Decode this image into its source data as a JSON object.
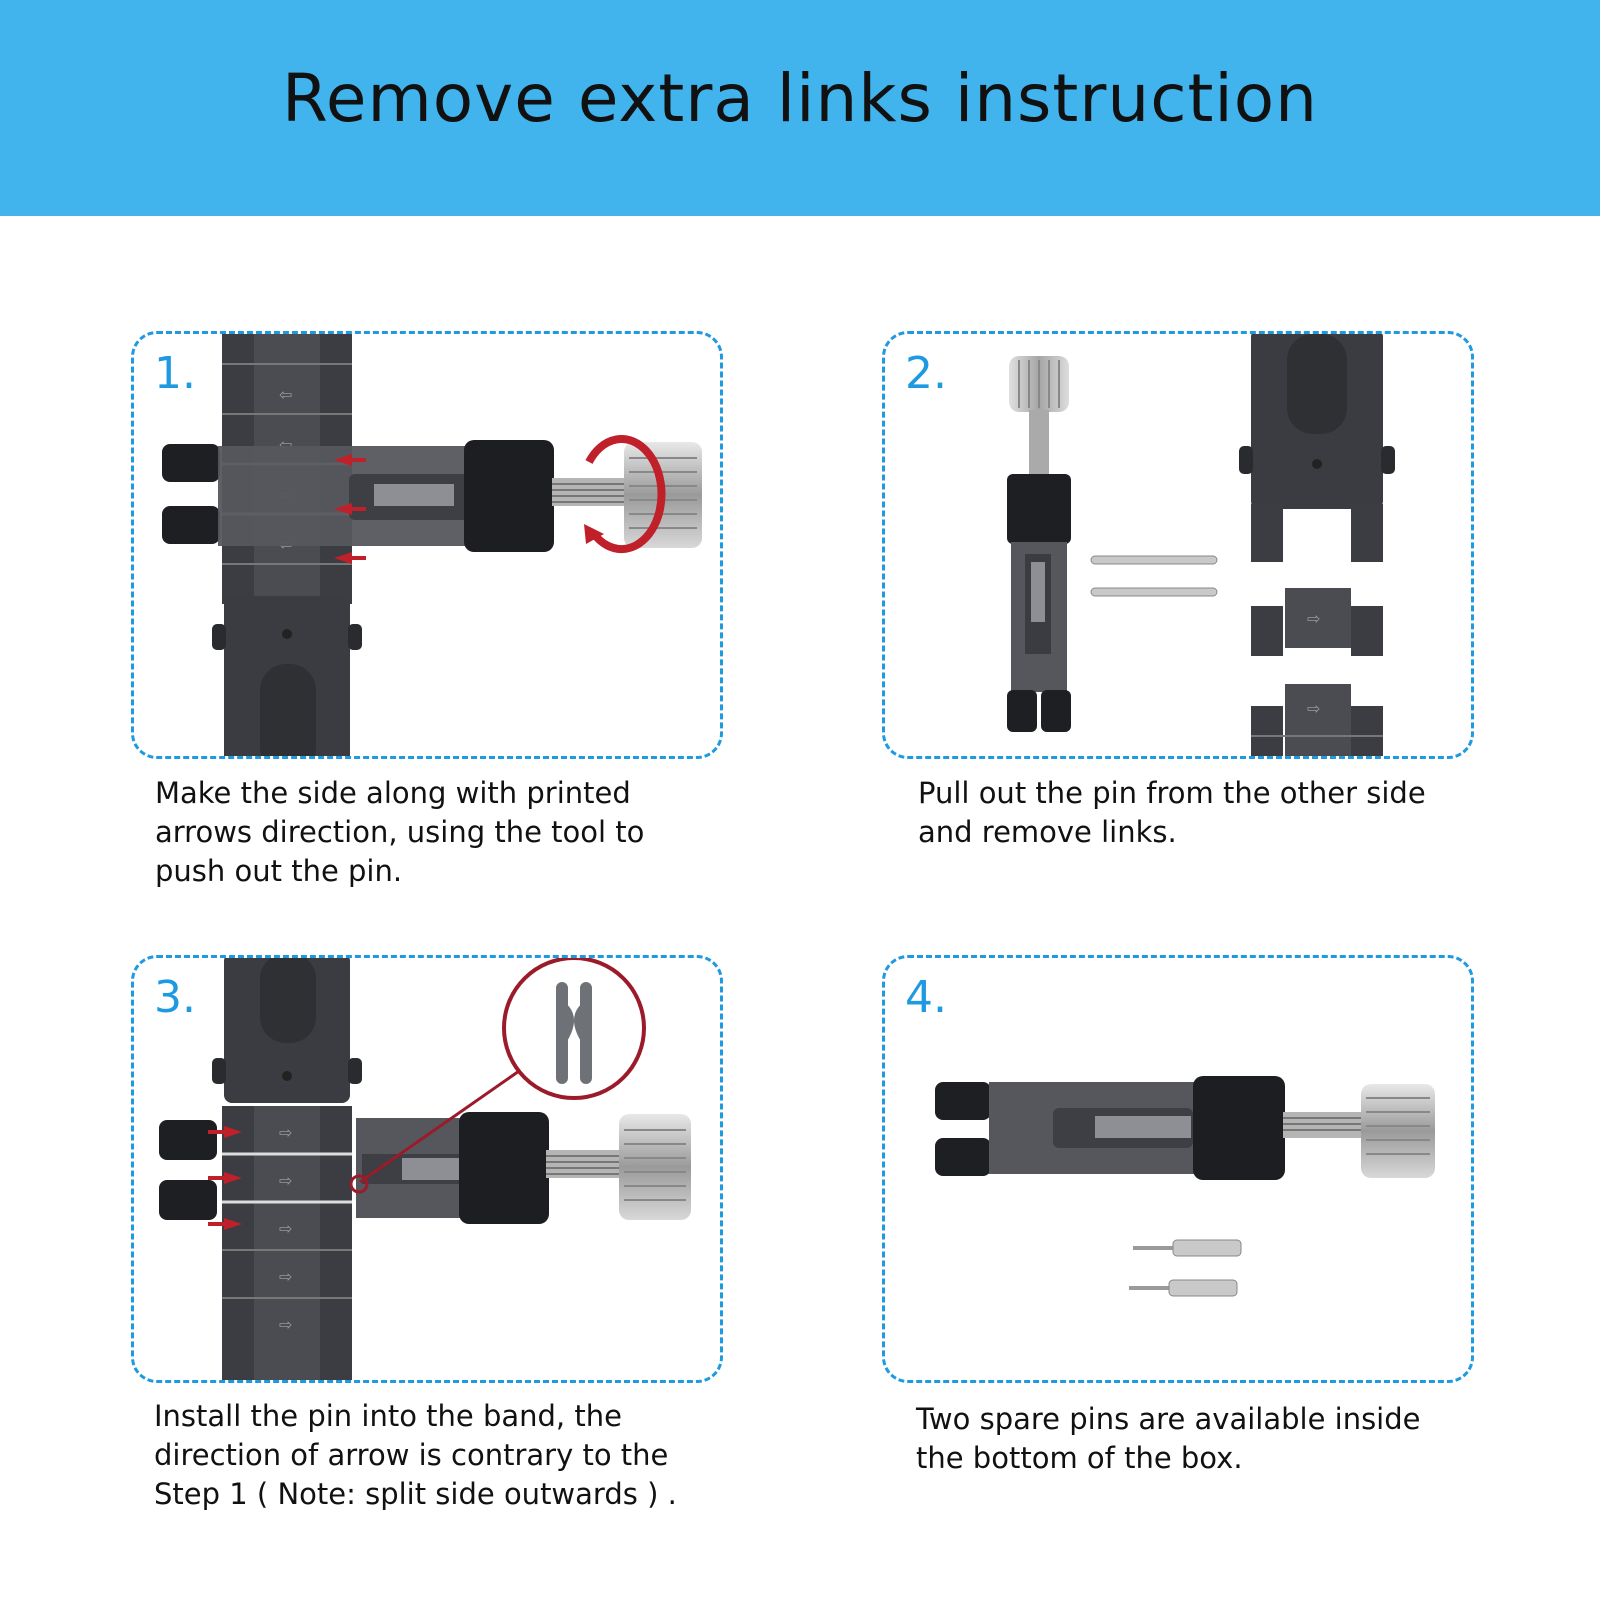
{
  "title": "Remove extra links instruction",
  "colors": {
    "header": "#41b4ee",
    "accent": "#1f9ae0",
    "arrow": "#c0202a",
    "band": "#3b3d42"
  },
  "steps": [
    {
      "number": "1.",
      "caption_lines": [
        "Make the side along with printed",
        "arrows direction, using the tool to",
        "push out the pin."
      ]
    },
    {
      "number": "2.",
      "caption_lines": [
        "Pull out the pin from the other side",
        "and remove links."
      ]
    },
    {
      "number": "3.",
      "caption_lines": [
        "Install the pin into the band, the",
        "direction of arrow is contrary to the",
        "Step 1 ( Note: split side outwards ) ."
      ]
    },
    {
      "number": "4.",
      "caption_lines": [
        "Two spare pins are available inside",
        "the bottom of the box."
      ]
    }
  ]
}
